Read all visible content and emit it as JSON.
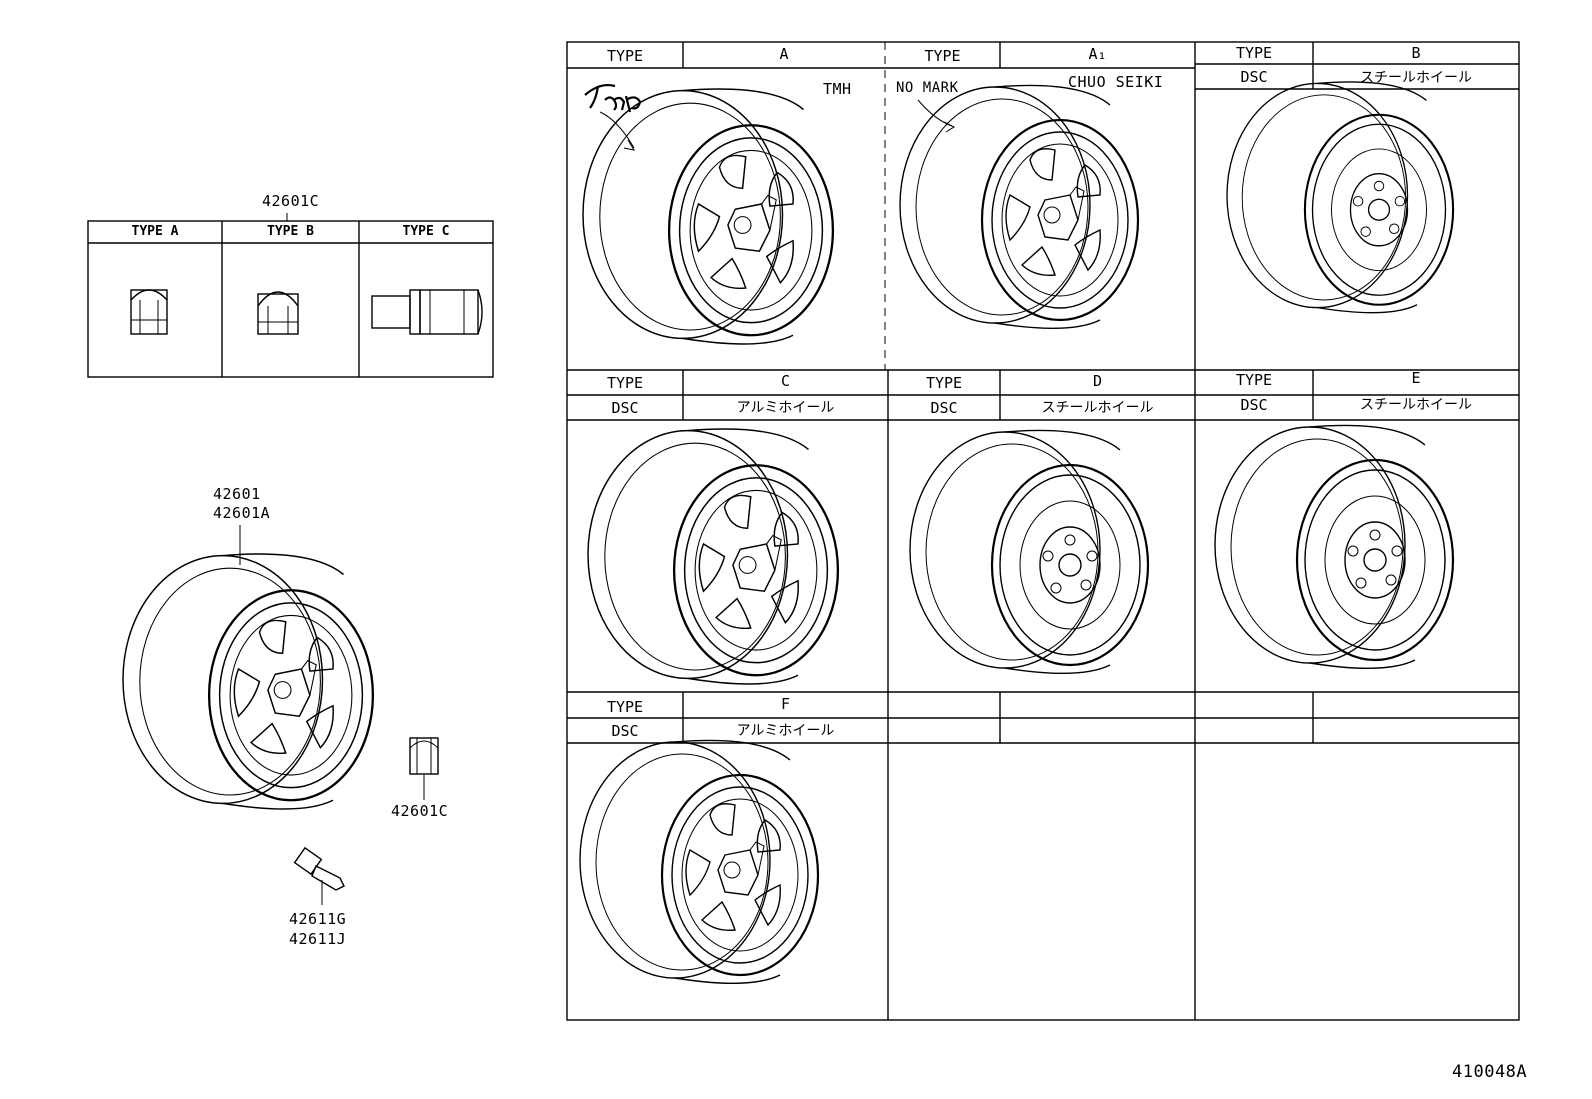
{
  "nut_box": {
    "part_no": "42601C",
    "headers": [
      "TYPE A",
      "TYPE B",
      "TYPE C"
    ]
  },
  "left_parts": {
    "wheel_part_no_1": "42601",
    "wheel_part_no_2": "42601A",
    "nut_part_no": "42601C",
    "valve_part_no_1": "42611G",
    "valve_part_no_2": "42611J"
  },
  "grid": {
    "row1": {
      "col1": {
        "type_label": "TYPE",
        "type_value": "A",
        "maker": "TMH"
      },
      "col2": {
        "type_label": "TYPE",
        "type_value": "A₁",
        "note": "NO MARK",
        "maker": "CHUO SEIKI"
      },
      "col3": {
        "type_label": "TYPE",
        "type_value": "B",
        "dsc_label": "DSC",
        "dsc_value": "スチールホイール"
      }
    },
    "row2": {
      "col1": {
        "type_label": "TYPE",
        "type_value": "C",
        "dsc_label": "DSC",
        "dsc_value": "アルミホイール"
      },
      "col2": {
        "type_label": "TYPE",
        "type_value": "D",
        "dsc_label": "DSC",
        "dsc_value": "スチールホイール"
      },
      "col3": {
        "type_label": "TYPE",
        "type_value": "E",
        "dsc_label": "DSC",
        "dsc_value": "スチールホイール"
      }
    },
    "row3": {
      "col1": {
        "type_label": "TYPE",
        "type_value": "F",
        "dsc_label": "DSC",
        "dsc_value": "アルミホイール"
      }
    }
  },
  "footer": {
    "drawing_no": "410048A"
  }
}
